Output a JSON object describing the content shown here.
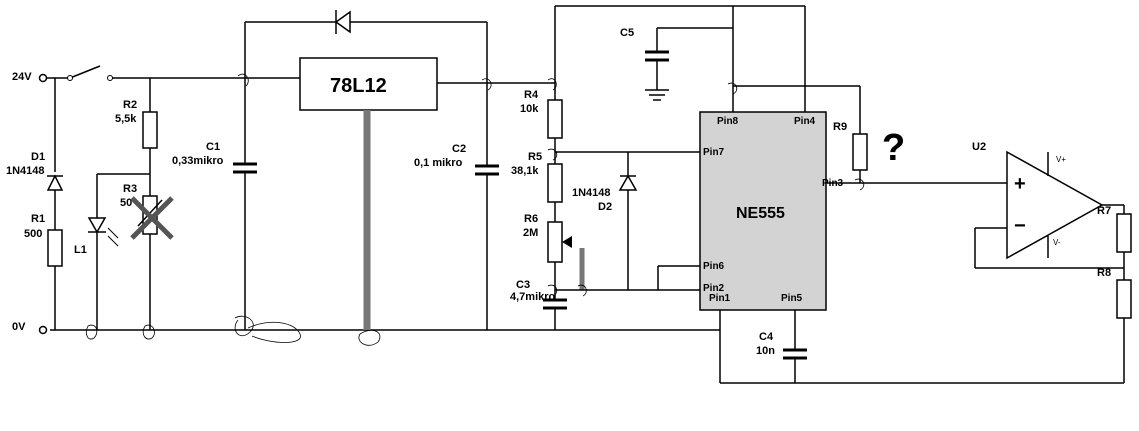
{
  "labels": {
    "v24": "24V",
    "v0": "0V",
    "d1_name": "D1",
    "d1_val": "1N4148",
    "r1_name": "R1",
    "r1_val": "500",
    "r2_name": "R2",
    "r2_val": "5,5k",
    "r3_name": "R3",
    "r3_val": "50",
    "l1_name": "L1",
    "c1_name": "C1",
    "c1_val": "0,33mikro",
    "reg": "78L12",
    "c2_name": "C2",
    "c2_val": "0,1 mikro",
    "c5_name": "C5",
    "r4_name": "R4",
    "r4_val": "10k",
    "r5_name": "R5",
    "r5_val": "38,1k",
    "d2_val": "1N4148",
    "d2_name": "D2",
    "r6_name": "R6",
    "r6_val": "2M",
    "c3_name": "C3",
    "c3_val": "4,7mikro",
    "ic_name": "NE555",
    "pin8": "Pin8",
    "pin4": "Pin4",
    "pin7": "Pin7",
    "pin6": "Pin6",
    "pin2": "Pin2",
    "pin1": "Pin1",
    "pin5": "Pin5",
    "pin3": "Pin3",
    "r9_name": "R9",
    "question": "?",
    "c4_name": "C4",
    "c4_val": "10n",
    "u2_name": "U2",
    "opamp_plus": "+",
    "opamp_minus": "−",
    "vplus": "V+",
    "vminus": "V-",
    "r7_name": "R7",
    "r8_name": "R8"
  }
}
